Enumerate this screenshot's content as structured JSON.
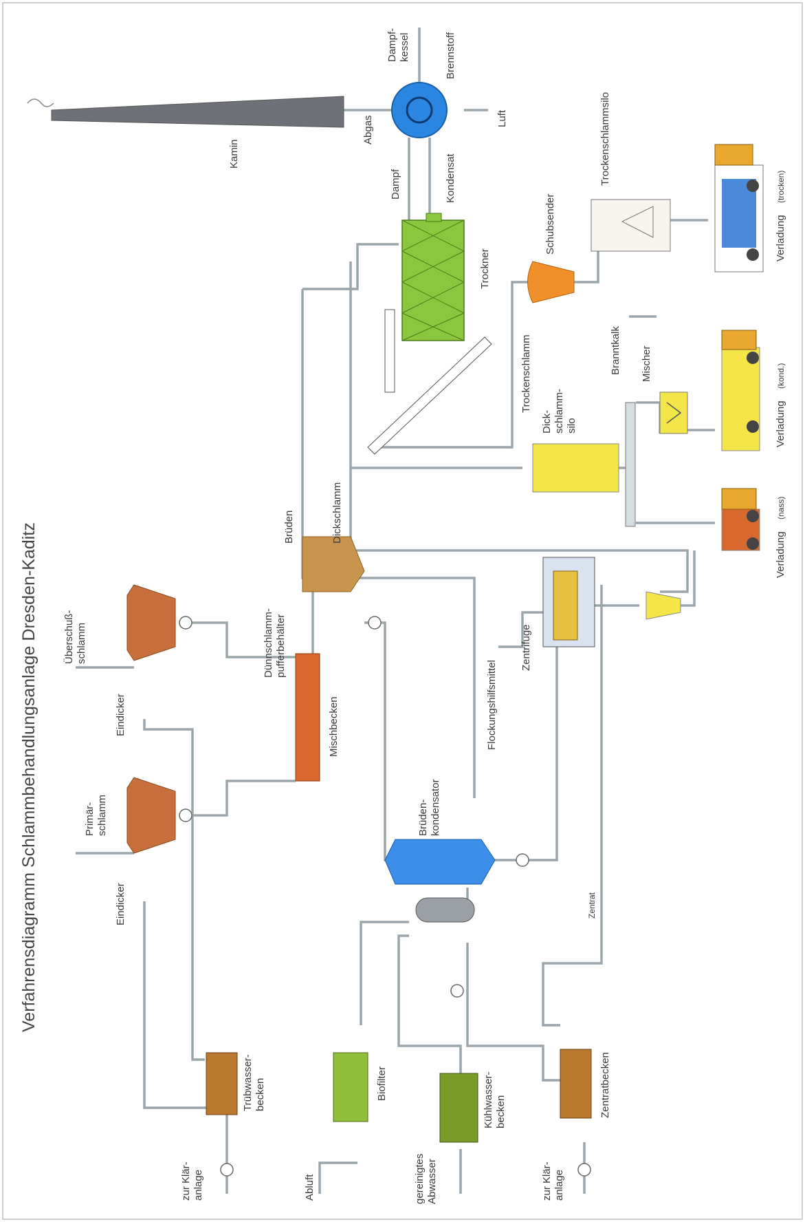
{
  "title": "Verfahrensdiagramm Schlammbehandlungsanlage Dresden-Kaditz",
  "labels": {
    "kamin": "Kamin",
    "dampfkessel_1": "Dampf-",
    "dampfkessel_2": "kessel",
    "brennstoff": "Brennstoff",
    "abgas": "Abgas",
    "luft": "Luft",
    "dampf": "Dampf",
    "kondensat": "Kondensat",
    "trockner": "Trockner",
    "schubsender": "Schubsender",
    "trockenschlammsilo": "Trockenschlammsilo",
    "trockenschlamm": "Trockenschlamm",
    "dickschlammsilo_1": "Dick-",
    "dickschlammsilo_2": "schlamm-",
    "dickschlammsilo_3": "silo",
    "branntkalk": "Branntkalk",
    "mischer": "Mischer",
    "dickschlamm": "Dickschlamm",
    "bruden": "Brüden",
    "verladung_trocken": "Verladung",
    "verladung_trocken_sub": "(trocken)",
    "verladung_kond": "Verladung",
    "verladung_kond_sub": "(kond.)",
    "verladung_nass": "Verladung",
    "verladung_nass_sub": "(nass)",
    "uberschuss_1": "Überschuß-",
    "uberschuss_2": "schlamm",
    "primar_1": "Primär-",
    "primar_2": "schlamm",
    "eindicker_1": "Eindicker",
    "eindicker_2": "Eindicker",
    "dunnschlamm_1": "Dünnschlamm-",
    "dunnschlamm_2": "pufferbehälter",
    "mischbecken": "Mischbecken",
    "flockungshilfsmittel": "Flockungshilfsmittel",
    "zentrifuge": "Zentrifuge",
    "bruden_kond_1": "Brüden-",
    "bruden_kond_2": "kondensator",
    "zentrat": "Zentrat",
    "trubwasser_1": "Trübwasser-",
    "trubwasser_2": "becken",
    "biofilter": "Biofilter",
    "kuhlwasser_1": "Kühlwasser-",
    "kuhlwasser_2": "becken",
    "zentratbecken": "Zentratbecken",
    "abluft": "Abluft",
    "gereinigtes_1": "gereinigtes",
    "gereinigtes_2": "Abwasser",
    "zur_klar_1a": "zur Klär-",
    "zur_klar_1b": "anlage",
    "zur_klar_2a": "zur Klär-",
    "zur_klar_2b": "anlage"
  },
  "colors": {
    "pipe": "#9ba6ac",
    "eindicker": "#c8703c",
    "mischbecken": "#d9682e",
    "pufferbehalter": "#c9954e",
    "kondensator": "#3d8ee8",
    "trockner": "#8cc63e",
    "dickschlammsilo": "#f4e548",
    "schubsender": "#f0902a",
    "kessel": "#2a86e0",
    "kamin": "#6e7177",
    "trubwasserbecken": "#b9782f",
    "biofilter": "#8fbf3b",
    "kuhlwasserbecken": "#7a9a2a",
    "zentratbecken": "#b9782f"
  }
}
